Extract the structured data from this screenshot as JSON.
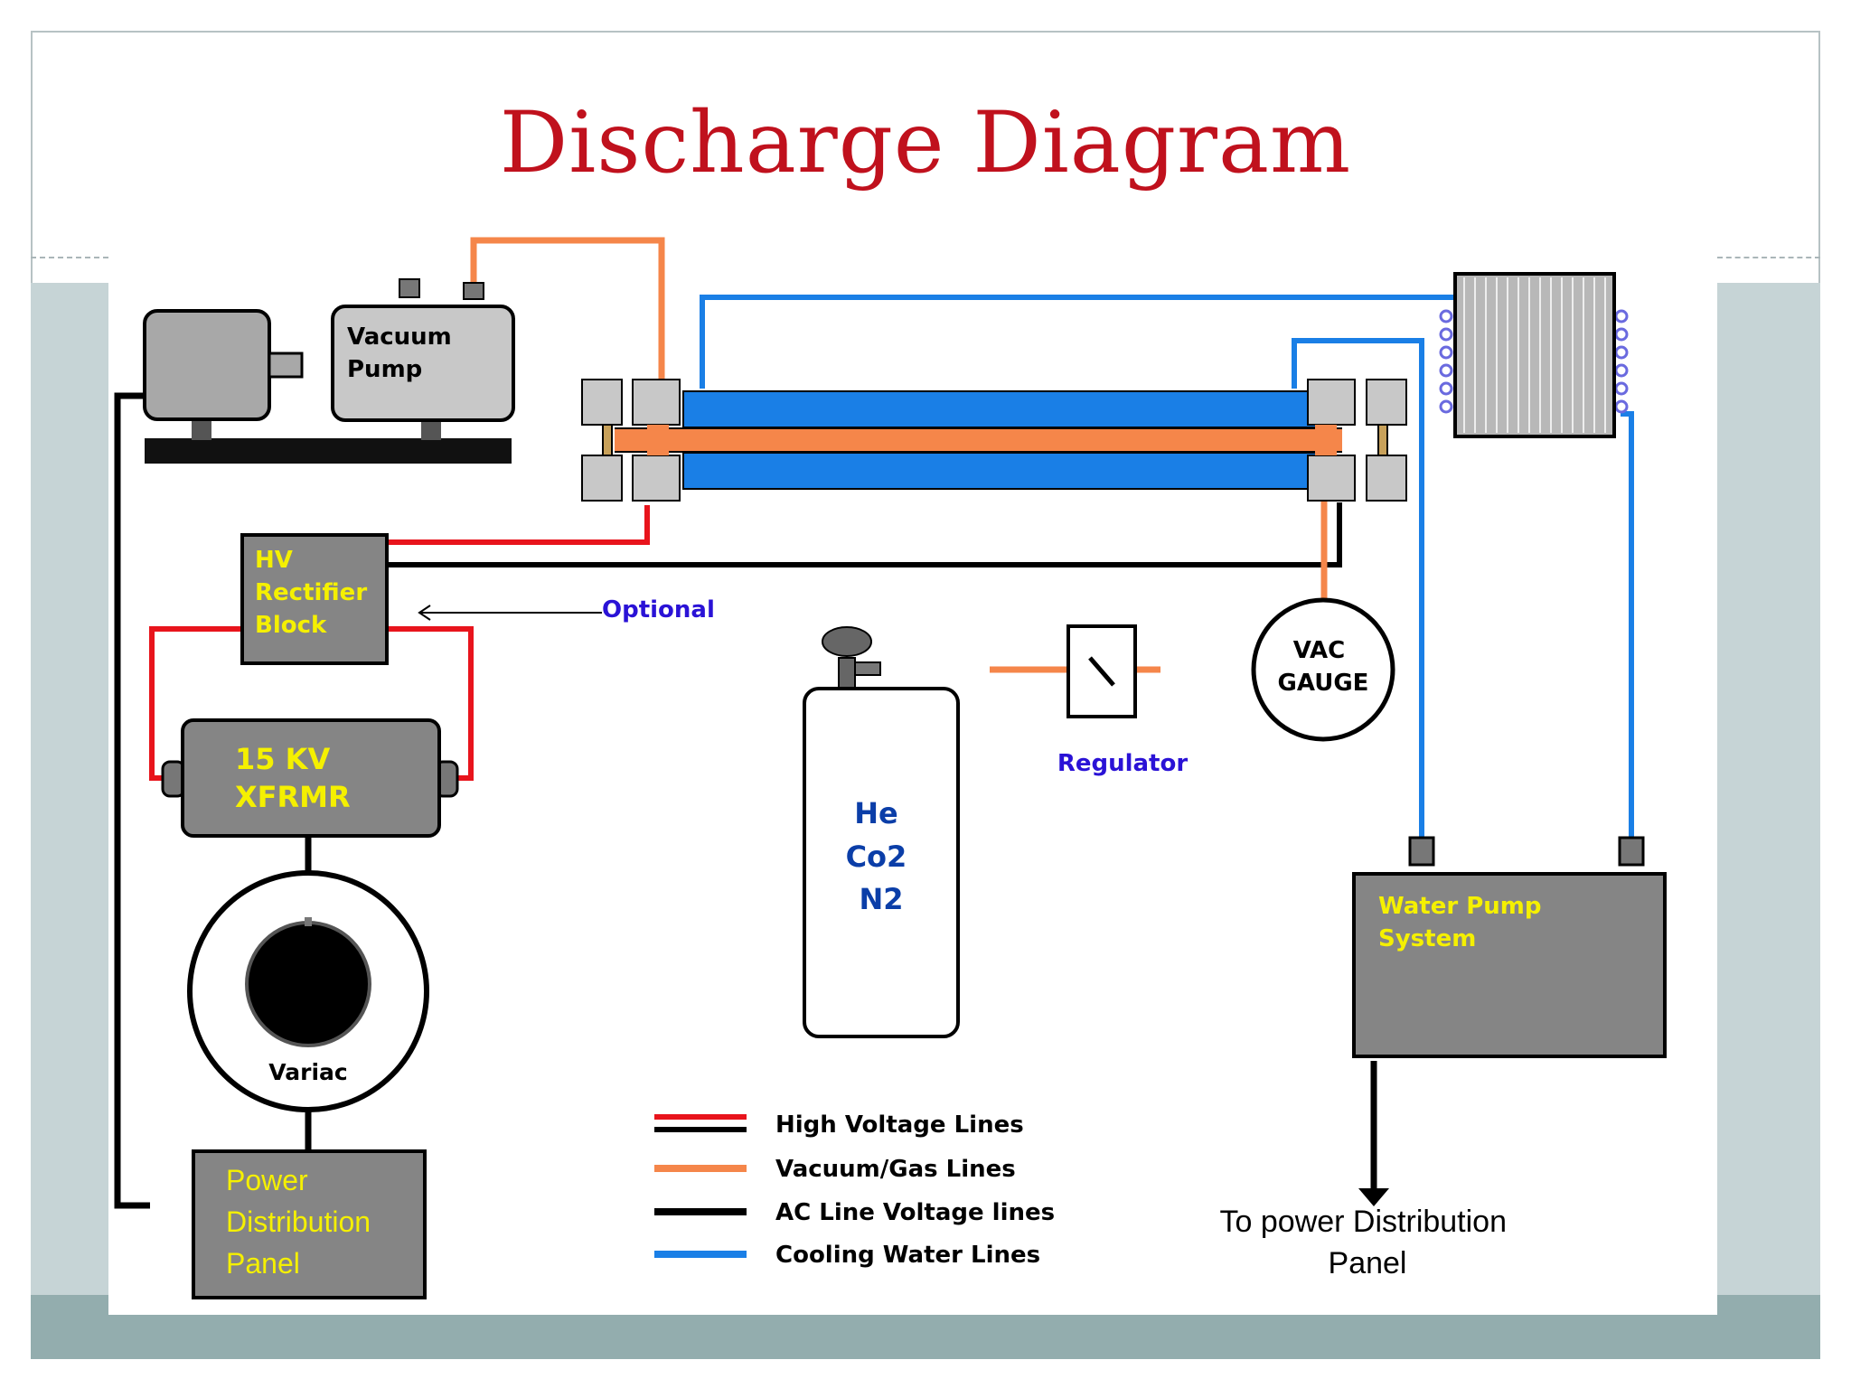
{
  "title": "Discharge Diagram",
  "components": {
    "vacuum_pump": [
      "Vacuum",
      "Pump"
    ],
    "hv_rectifier": [
      "HV",
      "Rectifier",
      "Block"
    ],
    "optional": "Optional",
    "transformer": [
      "15 KV",
      "XFRMR"
    ],
    "variac": "Variac",
    "power_panel": [
      "Power",
      "Distribution",
      "Panel"
    ],
    "gas_cylinder": [
      "He",
      "Co2",
      "N2"
    ],
    "regulator": "Regulator",
    "vac_gauge": [
      "VAC",
      "GAUGE"
    ],
    "water_pump": [
      "Water Pump",
      "System"
    ],
    "to_power": [
      "To power Distribution",
      "Panel"
    ]
  },
  "legend": [
    {
      "label": "High Voltage Lines",
      "colors": [
        "#e8141c",
        "#000000"
      ]
    },
    {
      "label": "Vacuum/Gas Lines",
      "colors": [
        "#f5864a"
      ]
    },
    {
      "label": "AC Line Voltage lines",
      "colors": [
        "#000000"
      ]
    },
    {
      "label": "Cooling Water Lines",
      "colors": [
        "#1a7fe6"
      ]
    }
  ],
  "colors": {
    "title": "#c0111d",
    "high_voltage": "#e8141c",
    "vacuum_gas": "#f5864a",
    "ac_line": "#000000",
    "cooling_water": "#1a7fe6",
    "component_fill": "#858585",
    "component_text": "#f5f000",
    "annotation_text": "#2a12d6"
  }
}
